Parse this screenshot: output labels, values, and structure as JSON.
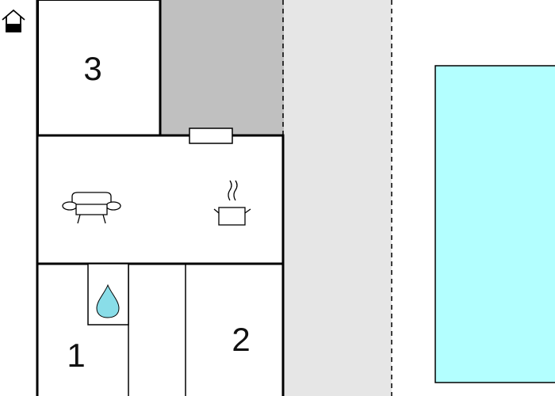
{
  "floorplan": {
    "rooms": [
      {
        "id": "bedroom-3",
        "label": "3"
      },
      {
        "id": "bedroom-1",
        "label": "1"
      },
      {
        "id": "bedroom-2",
        "label": "2"
      }
    ],
    "icons": {
      "entrance": "house-entrance-arrow",
      "living": "sofa",
      "kitchen": "cooking-pot",
      "bathroom": "water-drop"
    },
    "colors": {
      "pool": "#b3ffff",
      "terrace": "#c0c0c0",
      "path": "#e6e6e6",
      "wall": "#000000",
      "water_drop": "#89dde8"
    }
  }
}
